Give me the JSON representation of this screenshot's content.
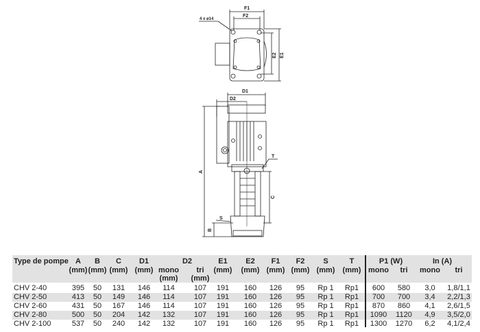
{
  "drawing_labels": {
    "holes": "4 x ø14",
    "F1": "F1",
    "F2": "F2",
    "E1": "E1",
    "E2": "E2",
    "D1": "D1",
    "D2": "D2",
    "A": "A",
    "B": "B",
    "C": "C",
    "S": "S",
    "T": "T"
  },
  "table": {
    "headers": {
      "type": "Type de pompe",
      "A": "A",
      "B": "B",
      "C": "C",
      "D1": "D1",
      "D2": "D2",
      "E1": "E1",
      "E2": "E2",
      "F1": "F1",
      "F2": "F2",
      "S": "S",
      "T": "T",
      "P1": "P1 (W)",
      "In": "In (A)",
      "mm": "(mm)",
      "mono": "mono",
      "tri": "tri"
    },
    "rows": [
      [
        "CHV 2-40",
        "395",
        "50",
        "131",
        "146",
        "114",
        "107",
        "191",
        "160",
        "126",
        "95",
        "Rp 1",
        "Rp1",
        "600",
        "580",
        "3,0",
        "1,8/1,1"
      ],
      [
        "CHV 2-50",
        "413",
        "50",
        "149",
        "146",
        "114",
        "107",
        "191",
        "160",
        "126",
        "95",
        "Rp 1",
        "Rp1",
        "700",
        "700",
        "3,4",
        "2,2/1,3"
      ],
      [
        "CHV 2-60",
        "431",
        "50",
        "167",
        "146",
        "114",
        "107",
        "191",
        "160",
        "126",
        "95",
        "Rp 1",
        "Rp1",
        "870",
        "860",
        "4,1",
        "2,6/1,5"
      ],
      [
        "CHV 2-80",
        "500",
        "50",
        "204",
        "142",
        "132",
        "107",
        "191",
        "160",
        "126",
        "95",
        "Rp 1",
        "Rp1",
        "1090",
        "1120",
        "4,9",
        "3,5/2,0"
      ],
      [
        "CHV 2-100",
        "537",
        "50",
        "240",
        "142",
        "132",
        "107",
        "191",
        "160",
        "126",
        "95",
        "Rp 1",
        "Rp1",
        "1300",
        "1270",
        "6,2",
        "4,1/2,4"
      ]
    ]
  }
}
